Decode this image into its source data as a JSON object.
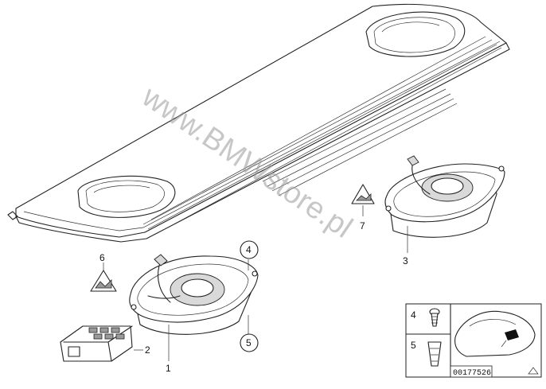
{
  "diagram": {
    "watermark": "www.BMWstore.pl",
    "callouts": {
      "c1": "1",
      "c2": "2",
      "c3": "3",
      "c4": "4",
      "c5": "5",
      "c6": "6",
      "c7": "7"
    },
    "legend": {
      "item4": "4",
      "item5": "5",
      "ref_code": "00177526"
    }
  }
}
